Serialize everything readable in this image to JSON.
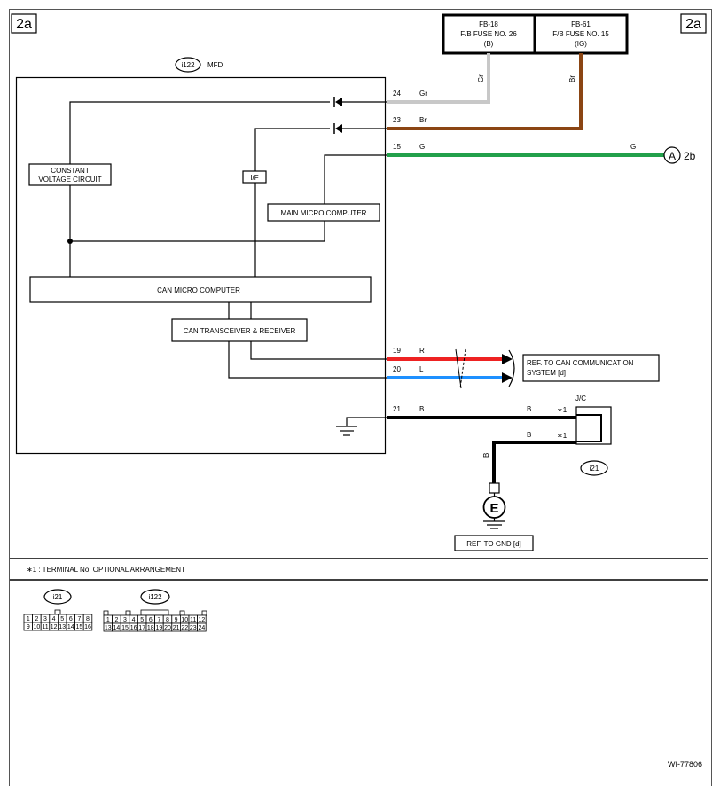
{
  "page": {
    "tag_left": "2a",
    "tag_right": "2a",
    "drawing_number": "WI-77806"
  },
  "fuses": [
    {
      "line1": "FB-18",
      "line2": "F/B FUSE NO. 26",
      "line3": "(B)"
    },
    {
      "line1": "FB-61",
      "line2": "F/B FUSE NO. 15",
      "line3": "(IG)"
    }
  ],
  "mfd": {
    "connector": "i122",
    "name": "MFD",
    "constant_voltage_line1": "CONSTANT",
    "constant_voltage_line2": "VOLTAGE CIRCUIT",
    "interface": "I/F",
    "main_micro": "MAIN MICRO COMPUTER",
    "can_micro": "CAN MICRO COMPUTER",
    "can_transceiver": "CAN TRANSCEIVER & RECEIVER"
  },
  "wires": [
    {
      "pin": "24",
      "color_label": "Gr",
      "riser_label": "Gr",
      "color": "#c8c8c8"
    },
    {
      "pin": "23",
      "color_label": "Br",
      "riser_label": "Br",
      "color": "#8b4513"
    },
    {
      "pin": "15",
      "color_label": "G",
      "far_label": "G",
      "color": "#22a04b"
    },
    {
      "pin": "19",
      "color_label": "R",
      "color": "#ee2222"
    },
    {
      "pin": "20",
      "color_label": "L",
      "color": "#1e90ff"
    },
    {
      "pin": "21",
      "color_label": "B",
      "far_label": "B",
      "color": "#000000"
    }
  ],
  "connector_a": {
    "letter": "A",
    "ref": "2b"
  },
  "can_ref": {
    "line1": "REF. TO CAN COMMUNICATION",
    "line2": "SYSTEM [d]"
  },
  "jc": {
    "name": "J/C",
    "connector": "i21",
    "lower_wire_label": "B",
    "riser_label": "B",
    "star_mark_1": "∗1",
    "star_mark_2": "∗1"
  },
  "ground": {
    "letter": "E",
    "ref": "REF. TO GND [d]"
  },
  "footnote": "∗1  : TERMINAL No. OPTIONAL ARRANGEMENT",
  "connector_views": [
    {
      "name": "i21",
      "top_row": [
        "1",
        "2",
        "3",
        "4",
        "5",
        "6",
        "7",
        "8"
      ],
      "bottom_row": [
        "9",
        "10",
        "11",
        "12",
        "13",
        "14",
        "15",
        "16"
      ]
    },
    {
      "name": "i122",
      "top_row": [
        "1",
        "2",
        "3",
        "4",
        "5",
        "6",
        "7",
        "8",
        "9",
        "10",
        "11",
        "12"
      ],
      "bottom_row": [
        "13",
        "14",
        "15",
        "16",
        "17",
        "18",
        "19",
        "20",
        "21",
        "22",
        "23",
        "24"
      ]
    }
  ]
}
